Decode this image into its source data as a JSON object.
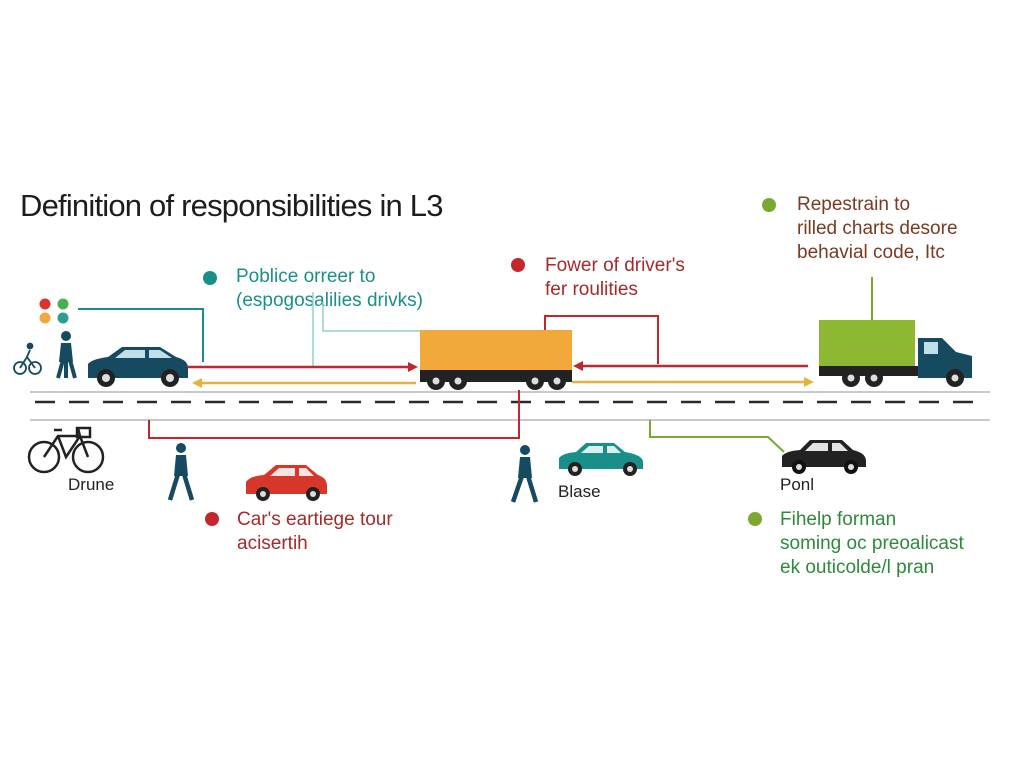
{
  "title": "Definition of responsibilities in L3",
  "colors": {
    "teal": "#1a8f8a",
    "red": "#c4262e",
    "green": "#7aa830",
    "orange": "#f2a93b",
    "navy": "#154a60",
    "lime": "#8db832"
  },
  "callouts": [
    {
      "lines": [
        "Poblice orreer to",
        "(espogosalilies drivks)"
      ],
      "color": "#1a8f8a"
    },
    {
      "lines": [
        "Fower of driver's",
        "fer roulities"
      ],
      "color": "#c4262e"
    },
    {
      "lines": [
        "Repestrain to",
        "rilled charts desore",
        "behavial code, Itc"
      ],
      "color": "#7aa830"
    },
    {
      "lines": [
        "Car's eartiege tour",
        "acisertih"
      ],
      "color": "#c4262e"
    },
    {
      "lines": [
        "Fihelp forman",
        "soming oc preoalicast",
        "ek outicolde/l pran"
      ],
      "color": "#2e8a3a"
    }
  ],
  "icon_labels": {
    "bicycle": "Drune",
    "teal_car": "Blase",
    "black_car": "Ponl"
  },
  "icons": [
    "traffic-light-icon",
    "cyclist-icon",
    "pedestrian-icon",
    "car-icon",
    "truck-icon",
    "bicycle-icon"
  ]
}
